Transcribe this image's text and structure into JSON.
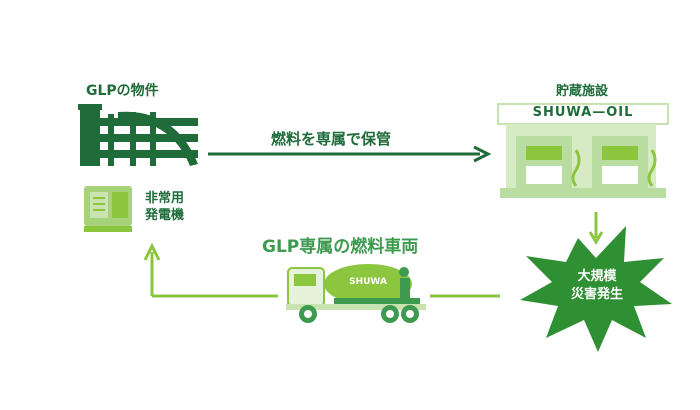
{
  "nodes": {
    "glp_property": {
      "label": "GLPの物件"
    },
    "generator": {
      "label_line1": "非常用",
      "label_line2": "発電機"
    },
    "storage": {
      "label": "貯蔵施設",
      "sign_text": "SHUWA—OIL"
    },
    "disaster": {
      "label_line1": "大規模",
      "label_line2": "災害発生"
    }
  },
  "edges": {
    "store_fuel": {
      "label": "燃料を専属で保管"
    },
    "dedicated_truck": {
      "label": "GLP専属の燃料車両",
      "truck_text": "SHUWA"
    }
  },
  "colors": {
    "dark_green": "#1f6b3a",
    "mid_green": "#3d9a4f",
    "light_green": "#8cc63f",
    "pale_green": "#c9e3b0",
    "burst_green": "#2f8f33"
  }
}
